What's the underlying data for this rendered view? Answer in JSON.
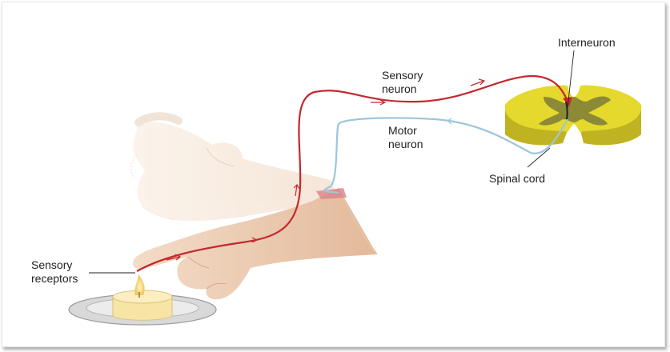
{
  "labels": {
    "interneuron": "Interneuron",
    "sensory_neuron": "Sensory\nneuron",
    "motor_neuron": "Motor\nneuron",
    "spinal_cord": "Spinal cord",
    "sensory_receptors": "Sensory\nreceptors"
  },
  "colors": {
    "sensory_neuron": "#c4282d",
    "motor_neuron": "#9cc6dc",
    "spinal_cord_outer": "#e3d72a",
    "spinal_cord_gray_matter": "#8a8a35",
    "skin": "#f1d6bf",
    "candle": "#f7e5a6",
    "flame": "#f5c842"
  },
  "icons": [
    "hand-illustration",
    "candle-illustration",
    "spinal-cord-illustration"
  ]
}
